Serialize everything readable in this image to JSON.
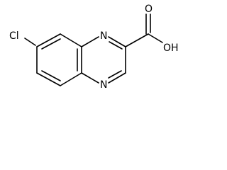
{
  "molecule": {
    "atoms": {
      "cl": "Cl",
      "n_top": "N",
      "n_bottom": "N",
      "oxygen_carbonyl": "O",
      "hydroxyl": "OH"
    }
  }
}
